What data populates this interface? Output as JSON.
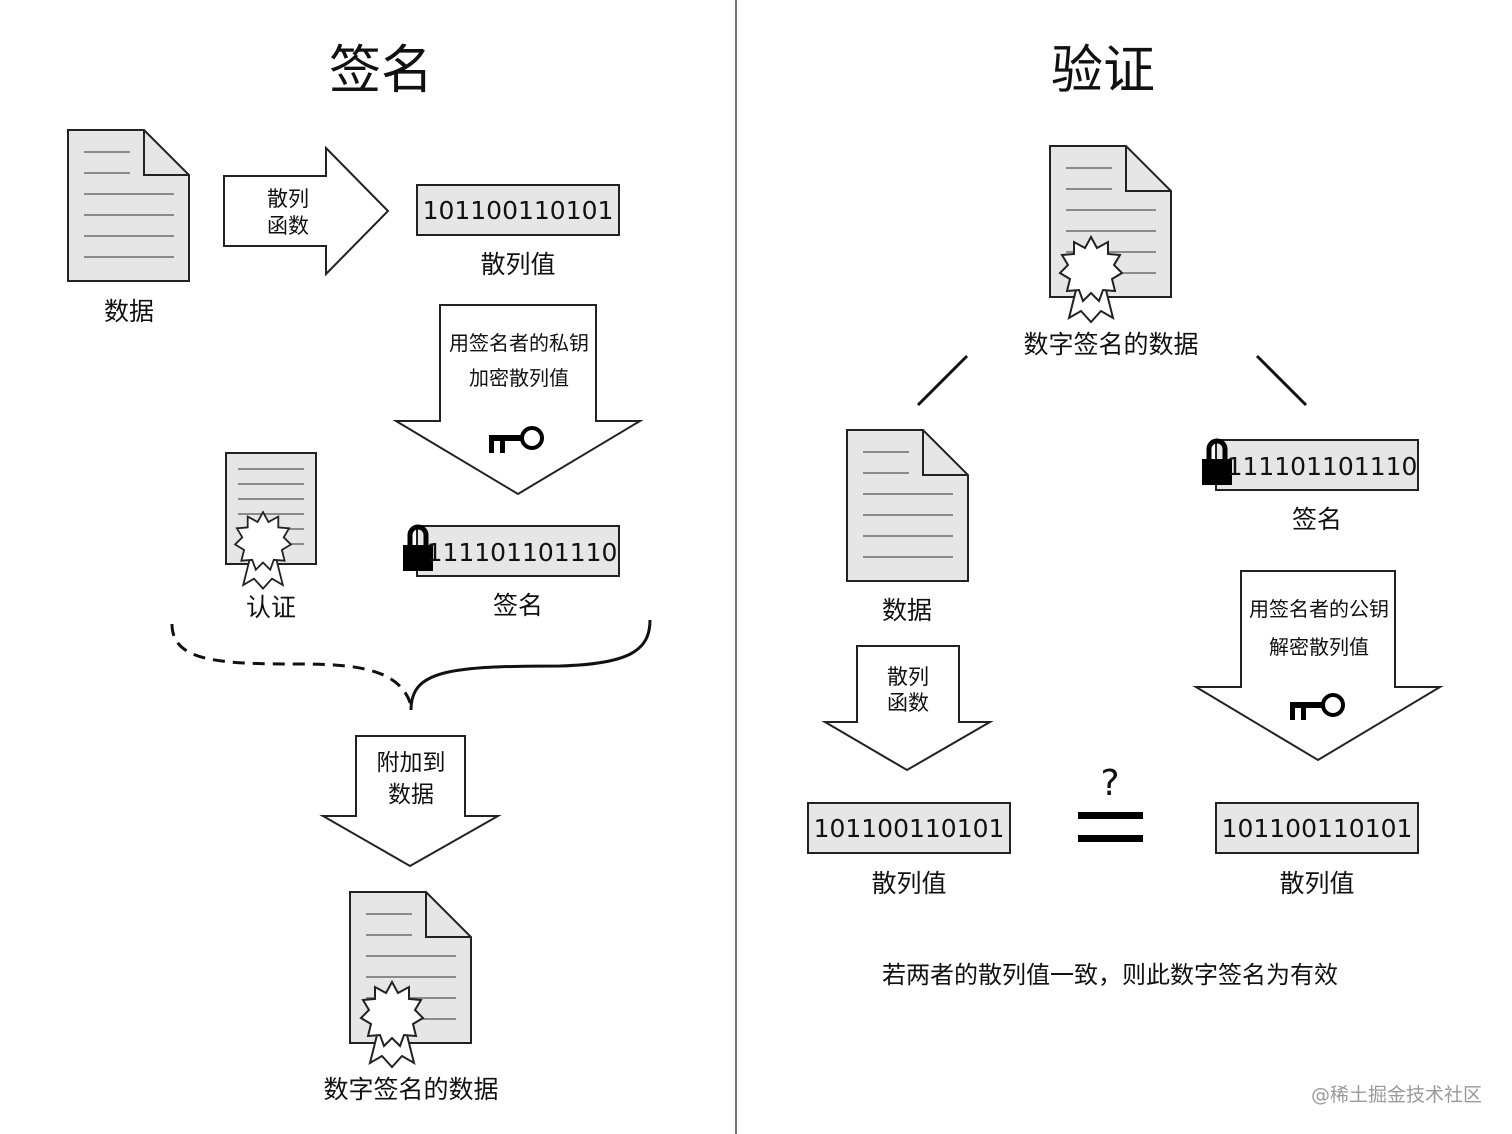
{
  "sign_panel": {
    "title": "签名",
    "data_label": "数据",
    "hash_arrow_label": [
      "散列",
      "函数"
    ],
    "hash_value": "101100110101",
    "hash_value_label": "散列值",
    "encrypt_arrow_label": [
      "用签名者的私钥",
      "加密散列值"
    ],
    "signature_value": "111101101110",
    "signature_label": "签名",
    "certificate_label": "认证",
    "attach_arrow_label": [
      "附加到",
      "数据"
    ],
    "signed_data_label": "数字签名的数据"
  },
  "verify_panel": {
    "title": "验证",
    "signed_data_label": "数字签名的数据",
    "data_label": "数据",
    "hash_arrow_label": [
      "散列",
      "函数"
    ],
    "hash_value_left": "101100110101",
    "hash_value_left_label": "散列值",
    "signature_value": "111101101110",
    "signature_label": "签名",
    "decrypt_arrow_label": [
      "用签名者的公钥",
      "解密散列值"
    ],
    "hash_value_right": "101100110101",
    "hash_value_right_label": "散列值",
    "compare_symbol": "?",
    "conclusion": "若两者的散列值一致，则此数字签名为有效"
  },
  "watermark": "@稀土掘金技术社区",
  "colors": {
    "doc_fill": "#e6e6e6",
    "box_fill": "#e6e6e6",
    "stroke": "#222222",
    "divider": "#444444",
    "watermark": "#9a9a9a"
  },
  "icons": [
    "document-icon",
    "certificate-seal-icon",
    "key-icon",
    "padlock-icon",
    "arrow-right",
    "arrow-down"
  ]
}
